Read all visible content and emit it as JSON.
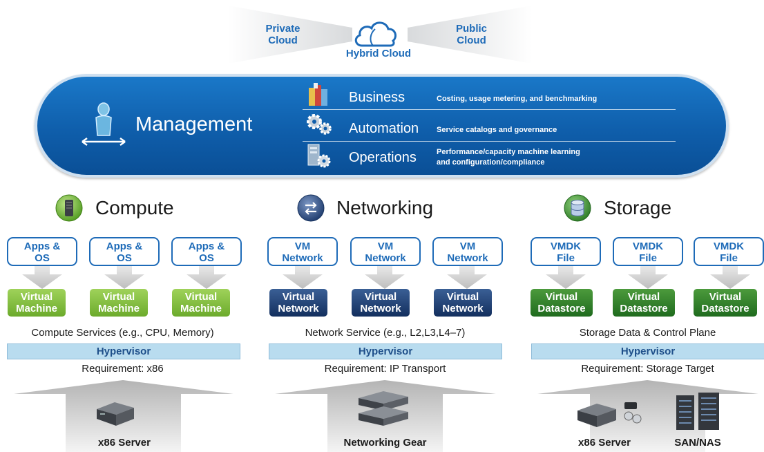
{
  "cloud": {
    "private_label": "Private\nCloud",
    "public_label": "Public\nCloud",
    "hybrid_label": "Hybrid Cloud"
  },
  "management": {
    "title": "Management",
    "rows": [
      {
        "label": "Business",
        "desc": "Costing, usage metering, and benchmarking"
      },
      {
        "label": "Automation",
        "desc": "Service catalogs and governance"
      },
      {
        "label": "Operations",
        "desc": "Performance/capacity machine learning\nand configuration/compliance"
      }
    ]
  },
  "sections": [
    {
      "title": "Compute",
      "top_boxes": [
        "Apps &\nOS",
        "Apps &\nOS",
        "Apps &\nOS"
      ],
      "virtual_boxes": [
        "Virtual\nMachine",
        "Virtual\nMachine",
        "Virtual\nMachine"
      ],
      "service": "Compute Services (e.g., CPU, Memory)",
      "hypervisor": "Hypervisor",
      "requirement": "Requirement: x86",
      "hardware": [
        "x86 Server"
      ]
    },
    {
      "title": "Networking",
      "top_boxes": [
        "VM\nNetwork",
        "VM\nNetwork",
        "VM\nNetwork"
      ],
      "virtual_boxes": [
        "Virtual\nNetwork",
        "Virtual\nNetwork",
        "Virtual\nNetwork"
      ],
      "service": "Network Service (e.g., L2,L3,L4–7)",
      "hypervisor": "Hypervisor",
      "requirement": "Requirement: IP Transport",
      "hardware": [
        "Networking Gear"
      ]
    },
    {
      "title": "Storage",
      "top_boxes": [
        "VMDK\nFile",
        "VMDK\nFile",
        "VMDK\nFile"
      ],
      "virtual_boxes": [
        "Virtual\nDatastore",
        "Virtual\nDatastore",
        "Virtual\nDatastore"
      ],
      "service": "Storage Data & Control Plane",
      "hypervisor": "Hypervisor",
      "requirement": "Requirement: Storage Target",
      "hardware": [
        "x86 Server",
        "SAN/NAS"
      ]
    }
  ],
  "colors": {
    "accent_blue": "#1e6bb8",
    "management_blue": "#0f5eab",
    "vm_green": "#7cbc37",
    "network_navy": "#1f3d6e",
    "datastore_green": "#2f7d2a",
    "hypervisor_blue": "#b9dcef"
  },
  "icons": [
    "cloud-icon",
    "user-icon",
    "books-icon",
    "gears-icon",
    "server-gear-icon",
    "server-rack-icon",
    "network-arrows-icon",
    "database-icon"
  ]
}
